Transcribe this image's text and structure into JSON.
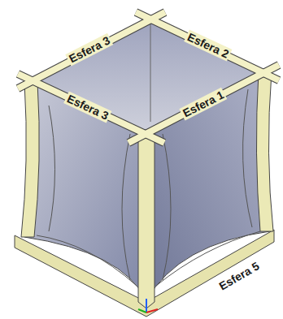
{
  "diagram": {
    "labels": [
      "Esfera 3",
      "Esfera 2",
      "Esfera 3",
      "Esfera 1",
      "Esfera 5"
    ]
  }
}
